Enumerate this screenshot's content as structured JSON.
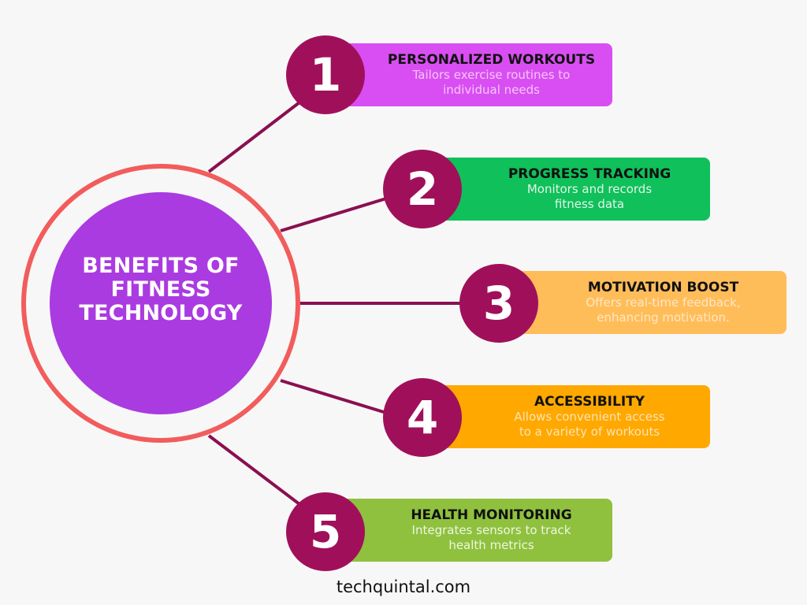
{
  "center": {
    "title": "BENEFITS OF FITNESS TECHNOLOGY"
  },
  "items": [
    {
      "number": "1",
      "title": "PERSONALIZED WORKOUTS",
      "desc_line1": "Tailors exercise routines to",
      "desc_line2": "individual needs",
      "color": "#d94ef2"
    },
    {
      "number": "2",
      "title": "PROGRESS TRACKING",
      "desc_line1": "Monitors and records",
      "desc_line2": "fitness data",
      "color": "#10c05a"
    },
    {
      "number": "3",
      "title": "MOTIVATION BOOST",
      "desc_line1": "Offers real-time feedback,",
      "desc_line2": "enhancing motivation.",
      "color": "#ffbd5a"
    },
    {
      "number": "4",
      "title": "ACCESSIBILITY",
      "desc_line1": "Allows convenient access",
      "desc_line2": "to a variety of workouts",
      "color": "#ffa800"
    },
    {
      "number": "5",
      "title": "HEALTH MONITORING",
      "desc_line1": "Integrates sensors to track",
      "desc_line2": "health metrics",
      "color": "#8fc13f"
    }
  ],
  "footer": {
    "text": "techquintal.com"
  },
  "colors": {
    "ring": "#f25c5c",
    "core": "#aa3be0",
    "number_circle": "#a0105a",
    "connector": "#8a1050",
    "background": "#f7f7f7"
  }
}
